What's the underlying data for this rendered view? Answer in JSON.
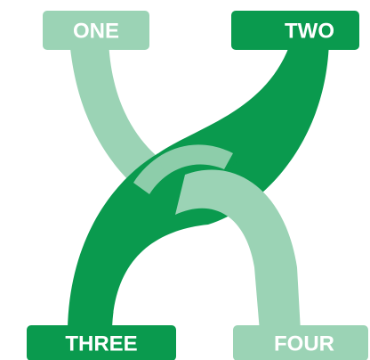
{
  "labels": {
    "one": "ONE",
    "two": "TWO",
    "three": "THREE",
    "four": "FOUR"
  },
  "colors": {
    "dark_green": "#0a9a4e",
    "light_green": "#9bd3b5",
    "background": "#ffffff"
  },
  "connections": [
    {
      "from": "ONE",
      "to": "FOUR",
      "color": "light_green"
    },
    {
      "from": "TWO",
      "to": "THREE",
      "color": "dark_green"
    }
  ]
}
